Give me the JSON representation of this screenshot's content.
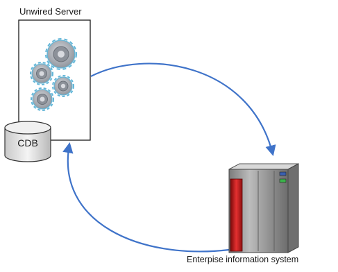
{
  "unwired_server": {
    "label": "Unwired Server"
  },
  "database": {
    "label": "CDB"
  },
  "enterprise_system": {
    "label": "Enterpise information system"
  },
  "colors": {
    "arrow": "#3f73c9",
    "gear": "#9aa0a8",
    "gear_outline": "#63b6d8",
    "server_body": "#9a9a9a",
    "server_accent": "#c81e1e"
  }
}
